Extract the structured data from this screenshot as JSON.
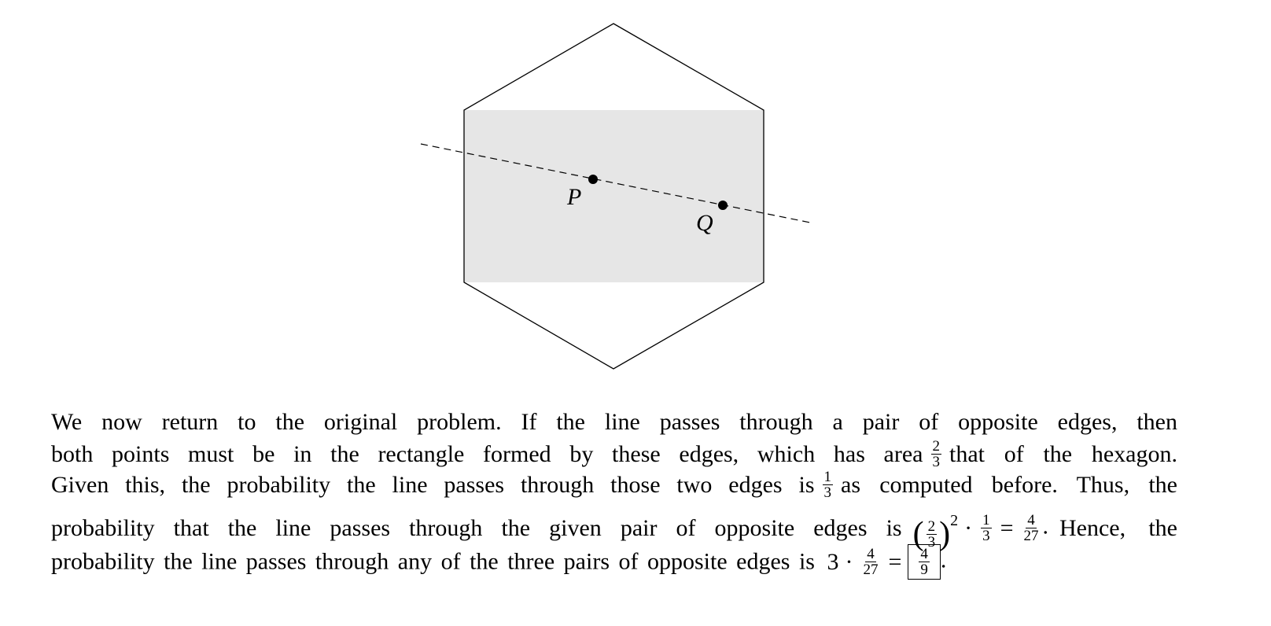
{
  "diagram": {
    "labels": {
      "p": "P",
      "q": "Q"
    },
    "colors": {
      "rect_fill": "#e6e6e6",
      "stroke": "#000000"
    }
  },
  "paragraph": {
    "line1": "We now return to the original problem.  If the line passes through a pair of opposite edges, then",
    "line2_a": "both points must be in the rectangle formed by these edges, which has area",
    "line2_frac": {
      "num": "2",
      "den": "3"
    },
    "line2_b": "that of the hexagon.",
    "line3_a": "Given this, the probability the line passes through those two edges is",
    "line3_frac": {
      "num": "1",
      "den": "3"
    },
    "line3_b": "as computed before. Thus, the",
    "line4_a": "probability that the line passes through the given pair of opposite edges is",
    "line4_math": {
      "f1_num": "2",
      "f1_den": "3",
      "exp": "2",
      "dot": "·",
      "f2_num": "1",
      "f2_den": "3",
      "eq": "=",
      "f3_num": "4",
      "f3_den": "27",
      "period": "."
    },
    "line4_b": "Hence, the",
    "line5_a": "probability the line passes through any of the three pairs of opposite edges is",
    "line5_math": {
      "three": "3",
      "dot": "·",
      "f_num": "4",
      "f_den": "27",
      "eq": "=",
      "ans_num": "4",
      "ans_den": "9",
      "period": "."
    }
  }
}
